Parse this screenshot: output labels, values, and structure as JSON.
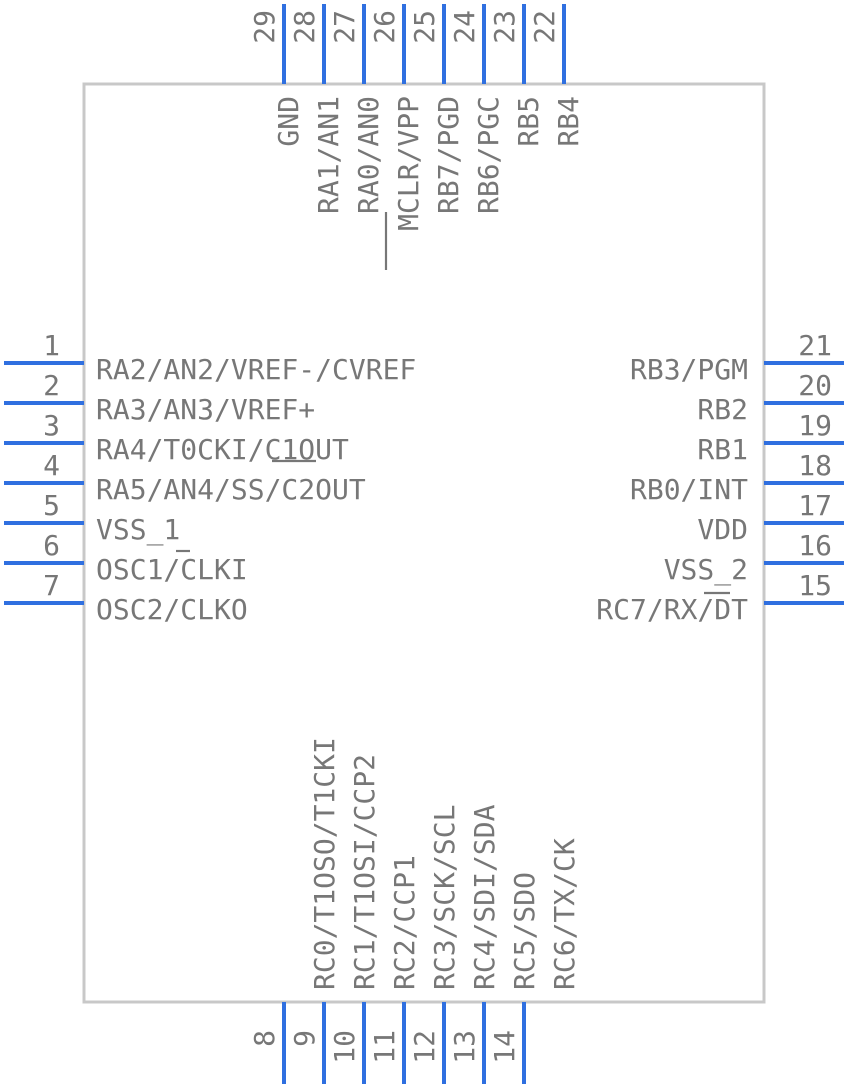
{
  "left_pins": [
    {
      "num": "1",
      "label": "RA2/AN2/VREF-/CVREF"
    },
    {
      "num": "2",
      "label": "RA3/AN3/VREF+"
    },
    {
      "num": "3",
      "label": "RA4/T0CKI/C1OUT"
    },
    {
      "num": "4",
      "label": "RA5/AN4/SS/C2OUT"
    },
    {
      "num": "5",
      "label": "VSS_1"
    },
    {
      "num": "6",
      "label": "OSC1/CLKI"
    },
    {
      "num": "7",
      "label": "OSC2/CLKO"
    }
  ],
  "bottom_pins": [
    {
      "num": "8",
      "label": ""
    },
    {
      "num": "9",
      "label": "RC0/T1OSO/T1CKI"
    },
    {
      "num": "10",
      "label": "RC1/T1OSI/CCP2"
    },
    {
      "num": "11",
      "label": "RC2/CCP1"
    },
    {
      "num": "12",
      "label": "RC3/SCK/SCL"
    },
    {
      "num": "13",
      "label": "RC4/SDI/SDA"
    },
    {
      "num": "14",
      "label": "RC5/SDO"
    },
    {
      "num": "",
      "label": "RC6/TX/CK"
    }
  ],
  "right_pins": [
    {
      "num": "21",
      "label": "RB3/PGM"
    },
    {
      "num": "20",
      "label": "RB2"
    },
    {
      "num": "19",
      "label": "RB1"
    },
    {
      "num": "18",
      "label": "RB0/INT"
    },
    {
      "num": "17",
      "label": "VDD"
    },
    {
      "num": "16",
      "label": "VSS_2"
    },
    {
      "num": "15",
      "label": "RC7/RX/DT"
    }
  ],
  "top_pins": [
    {
      "num": "29",
      "label": "GND"
    },
    {
      "num": "28",
      "label": "RA1/AN1"
    },
    {
      "num": "27",
      "label": "RA0/AN0"
    },
    {
      "num": "26",
      "label": "MCLR/VPP"
    },
    {
      "num": "25",
      "label": "RB7/PGD"
    },
    {
      "num": "24",
      "label": "RB6/PGC"
    },
    {
      "num": "23",
      "label": "RB5"
    },
    {
      "num": "22",
      "label": "RB4"
    }
  ]
}
